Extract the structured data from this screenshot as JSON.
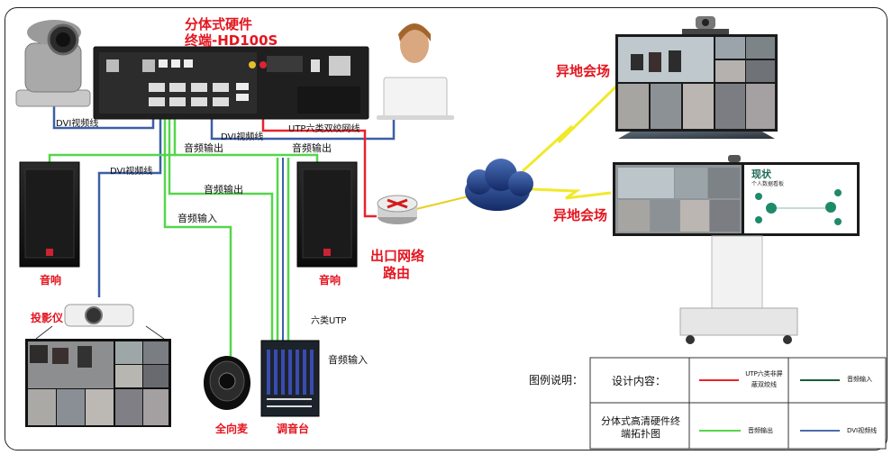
{
  "terminal": {
    "title_line1": "分体式硬件",
    "title_line2": "终端-HD100S"
  },
  "cable_labels": {
    "dvi_camera": "DVI视频线",
    "dvi_laptop": "DVI视频线",
    "dvi_projector": "DVI视频线",
    "utp_router": "UTP六类双绞网线",
    "audio_out_left": "音频输出",
    "audio_out_right": "音频输出",
    "audio_out_mixer": "音频输出",
    "audio_in_mic": "音频输入",
    "utp_mixer": "六类UTP",
    "audio_in_mixer": "音频输入"
  },
  "devices": {
    "speaker_left": "音响",
    "speaker_right": "音响",
    "projector": "投影仪",
    "microphone": "全向麦",
    "mixer": "调音台",
    "router_line1": "出口网络",
    "router_line2": "路由"
  },
  "remote_sites": {
    "site1": "异地会场",
    "site2": "异地会场"
  },
  "board_screen": {
    "title": "现状",
    "subtitle": "个人数据看板"
  },
  "legend": {
    "heading": "图例说明：",
    "design_label": "设计内容：",
    "topology_label": "分体式高清硬件终端拓扑图",
    "items": [
      {
        "label": "UTP六类非屏蔽双绞线",
        "color": "#e8232b"
      },
      {
        "label": "音频输入",
        "color": "#1a5c38"
      },
      {
        "label": "音频输出",
        "color": "#55d64b"
      },
      {
        "label": "DVI视频线",
        "color": "#4a6ea8"
      }
    ]
  },
  "colors": {
    "utp": "#e8232b",
    "audio_in": "#1a5c38",
    "audio_out": "#55d64b",
    "dvi": "#3b5fa6",
    "title_red": "#e4151f"
  }
}
